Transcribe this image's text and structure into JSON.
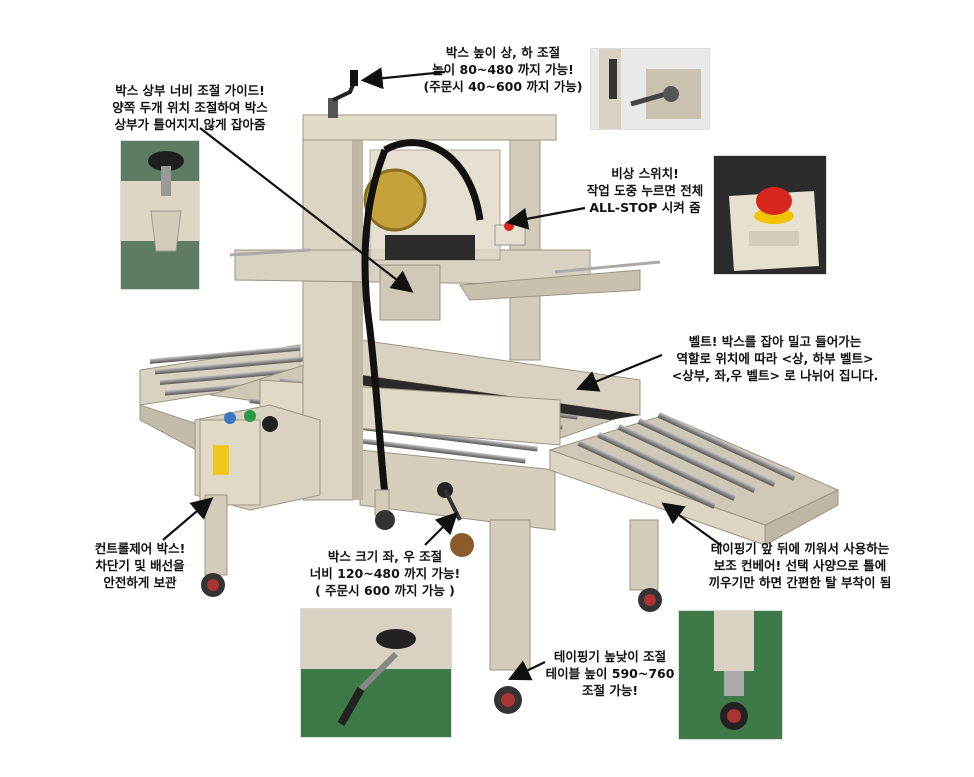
{
  "annotations": {
    "height_adjust": [
      "박스 높이 상, 하 조절",
      "높이 80~480 까지 가능!",
      "(주문시 40~600 까지 가능)"
    ],
    "top_guide": [
      "박스 상부 너비 조절 가이드!",
      "양쪽 두개 위치 조절하여 박스",
      "상부가 틀어지지 않게 잡아줌"
    ],
    "emergency": [
      "비상 스위치!",
      "작업 도중 누르면 전체",
      "ALL-STOP 시켜 줌"
    ],
    "belt": [
      "벨트! 박스를 잡아 밀고 들어가는",
      "역할로 위치에 따라 <상, 하부 벨트>",
      "<상부, 좌,우 벨트> 로 나뉘어 집니다."
    ],
    "control_box": [
      "컨트롤제어 박스!",
      "차단기 및 배선을",
      "안전하게 보관"
    ],
    "width_adjust": [
      "박스 크기 좌, 우 조절",
      "너비 120~480 까지 가능!",
      "( 주문시 600 까지 가능 )"
    ],
    "aux_conveyor": [
      "테이핑기 앞 뒤에 끼워서 사용하는",
      "보조 컨베어! 선택 사양으로 틀에",
      "끼우기만 하면 간편한 탈 부착이 됨"
    ],
    "leg_height": [
      "테이핑기 높낮이 조절",
      "테이블 높이 590~760",
      "조절 가능!"
    ]
  },
  "colors": {
    "machine": "#d9d2c3",
    "machine_dark": "#b8ae9a",
    "roller": "#8e8e8e",
    "arrow": "#111111",
    "emergency_red": "#d8261e",
    "emergency_yellow": "#f2c400"
  }
}
